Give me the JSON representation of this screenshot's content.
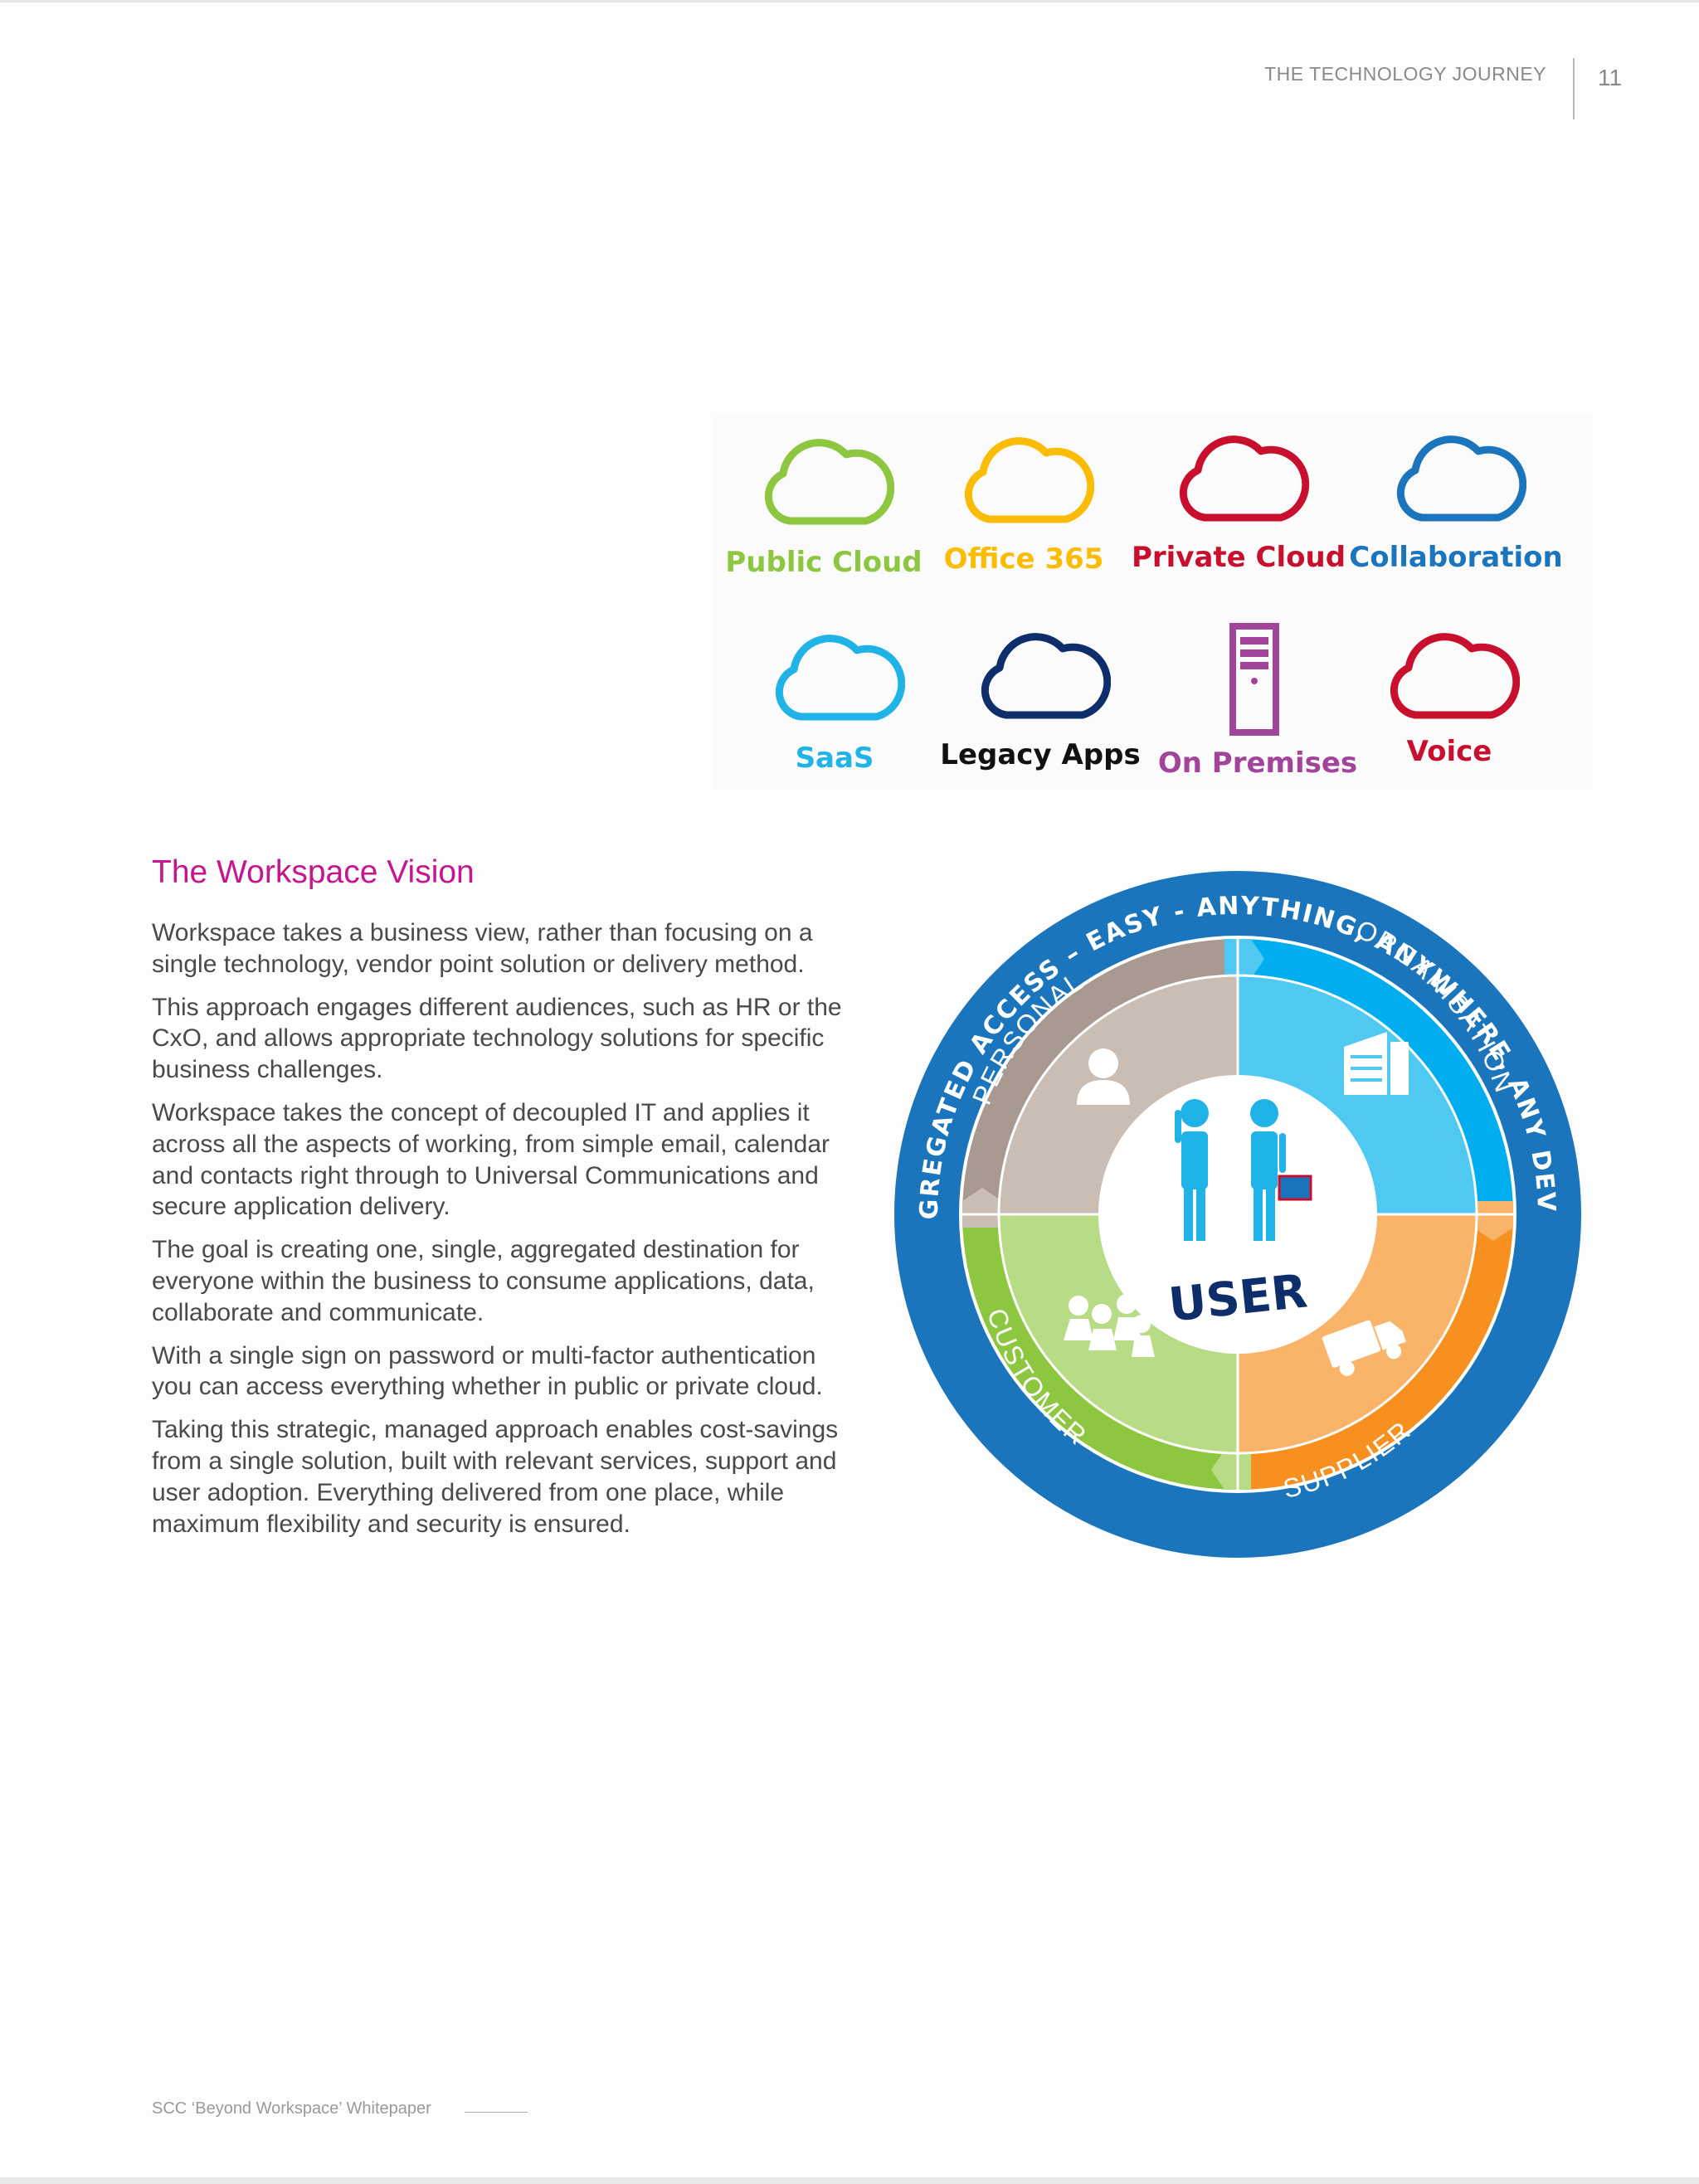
{
  "header": {
    "section_label": "THE TECHNOLOGY JOURNEY",
    "page_number": "11"
  },
  "services": [
    {
      "label": "Public Cloud",
      "icon": "cloud-icon",
      "color": "#8dc63f"
    },
    {
      "label": "Office 365",
      "icon": "cloud-icon",
      "color": "#fbbc05"
    },
    {
      "label": "Private Cloud",
      "icon": "cloud-icon",
      "color": "#c8102e"
    },
    {
      "label": "Collaboration",
      "icon": "cloud-icon",
      "color": "#1b75bc"
    },
    {
      "label": "SaaS",
      "icon": "cloud-icon",
      "color": "#1fb3e8"
    },
    {
      "label": "Legacy Apps",
      "icon": "cloud-icon",
      "color": "#0d2d6b",
      "label_color": "#111111"
    },
    {
      "label": "On Premises",
      "icon": "server-icon",
      "color": "#a3449b"
    },
    {
      "label": "Voice",
      "icon": "cloud-icon",
      "color": "#c8102e"
    }
  ],
  "article": {
    "title": "The Workspace Vision",
    "paragraphs": [
      "Workspace takes a business view, rather than focusing on a single technology, vendor point solution or delivery method.",
      "This approach engages different audiences, such as HR or the CxO, and allows appropriate technology solutions for specific business challenges.",
      "Workspace takes the concept of decoupled IT and applies it across all the aspects of working, from simple email, calendar and contacts right through to Universal Communications and secure application delivery.",
      "The goal is creating one, single, aggregated destination for everyone within the business to consume applications, data, collaborate and communicate.",
      "With a single sign on password or multi-factor authentication you can access everything whether in public or private cloud.",
      "Taking this strategic, managed approach enables cost-savings from a single solution, built with relevant services, support and user adoption. Everything delivered from one place, while maximum flexibility and security is ensured."
    ]
  },
  "diagram": {
    "ring_text": "AGGREGATED ACCESS – EASY - ANYTHING, ANYWHERE, ANY DEVICE",
    "center_label": "USER",
    "ring_color": "#1b75bc",
    "quadrants": [
      {
        "label": "PERSONAL",
        "icon": "person-icon",
        "color_outer": "#a89a90",
        "color_inner": "#c9bdb4"
      },
      {
        "label": "ORGANISATION",
        "icon": "building-icon",
        "color_outer": "#00aeef",
        "color_inner": "#4fc9f2"
      },
      {
        "label": "SUPPLIER",
        "icon": "truck-icon",
        "color_outer": "#f7901e",
        "color_inner": "#fab46a"
      },
      {
        "label": "CUSTOMER",
        "icon": "group-icon",
        "color_outer": "#8dc63f",
        "color_inner": "#b7dc85"
      }
    ]
  },
  "footer": {
    "label": "SCC ‘Beyond Workspace’ Whitepaper"
  }
}
